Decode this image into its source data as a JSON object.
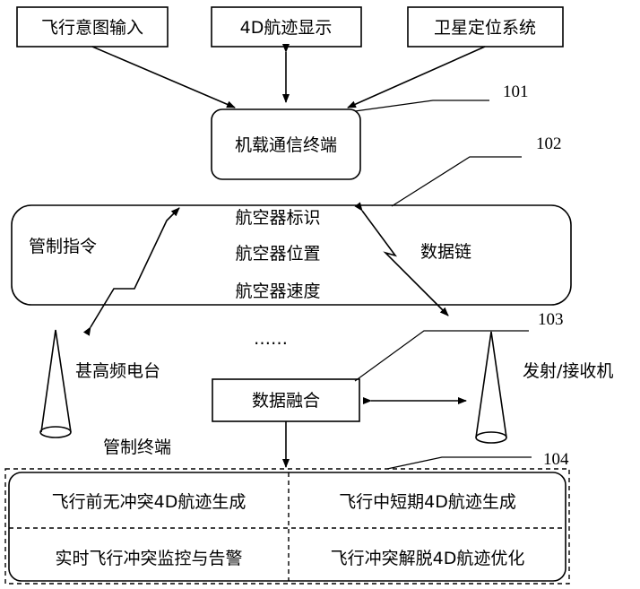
{
  "inputs": {
    "flight_intent": "飞行意图输入",
    "display_4d": "4D航迹显示",
    "satellite": "卫星定位系统"
  },
  "airborne_terminal": {
    "label": "机载通信终端",
    "ref": "101"
  },
  "datalink_box": {
    "ref": "102",
    "left_label": "管制指令",
    "right_label": "数据链",
    "lines": [
      "航空器标识",
      "航空器位置",
      "航空器速度"
    ]
  },
  "ellipsis": "……",
  "vhf_station": "甚高频电台",
  "transceiver": "发射/接收机",
  "fusion": {
    "label": "数据融合",
    "ref": "103"
  },
  "control_terminal": {
    "label": "管制终端",
    "ref": "104"
  },
  "functions": {
    "preflight": "飞行前无冲突4D航迹生成",
    "inflight": "飞行中短期4D航迹生成",
    "monitor": "实时飞行冲突监控与告警",
    "resolve": "飞行冲突解脱4D航迹优化"
  }
}
